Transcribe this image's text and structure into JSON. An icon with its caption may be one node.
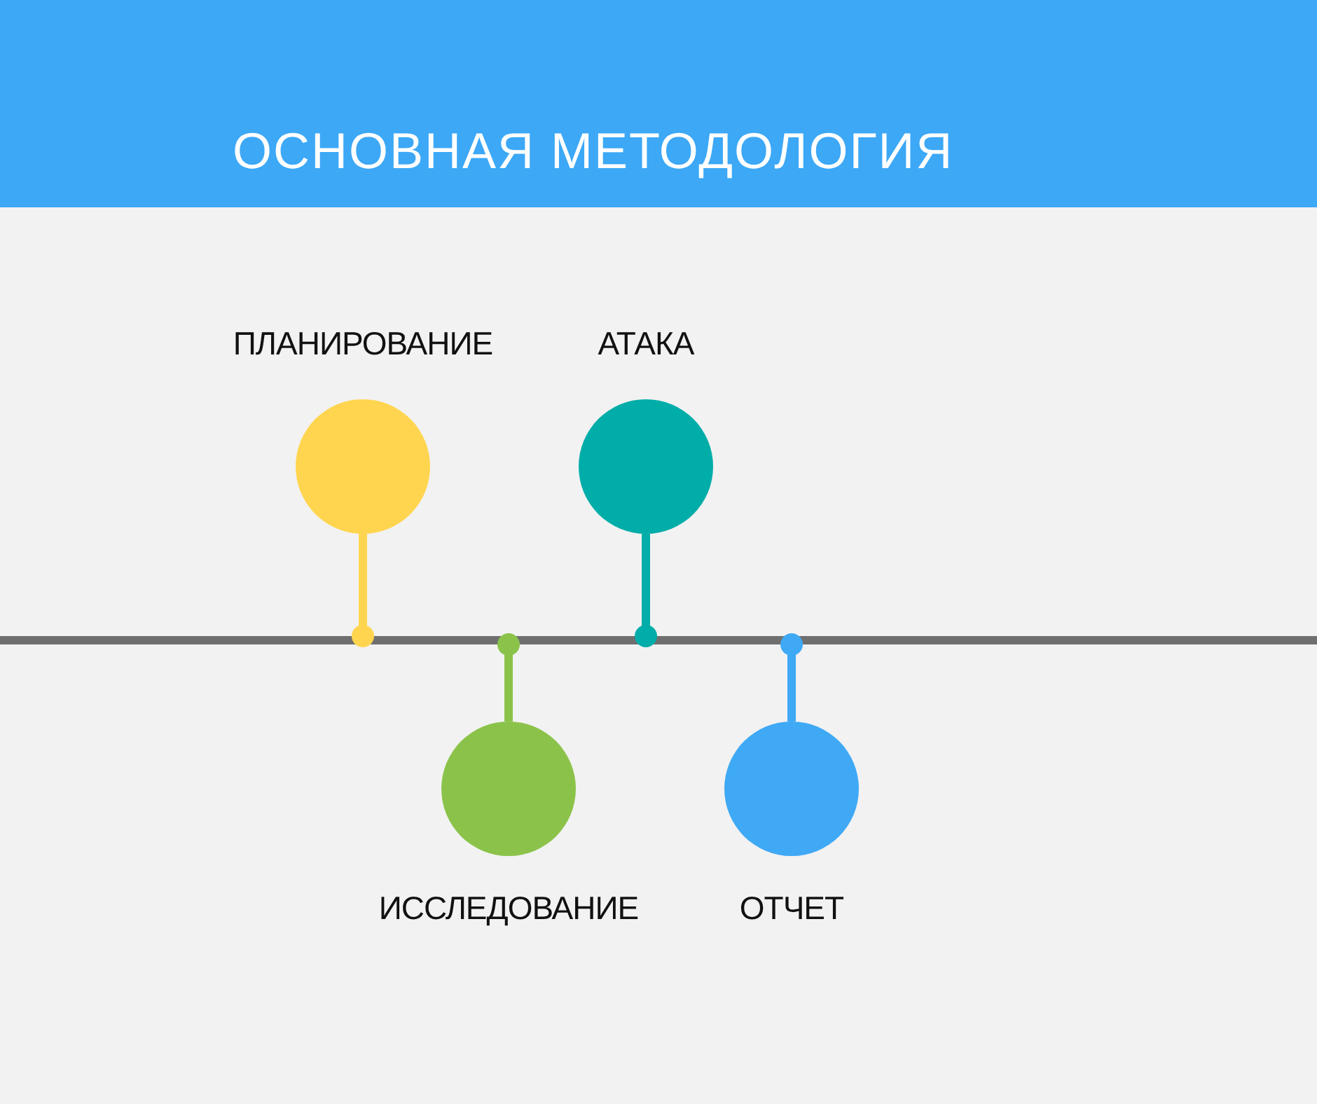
{
  "diagram": {
    "title": "ОСНОВНАЯ МЕТОДОЛОГИЯ",
    "nodes": [
      {
        "text": [],
        "shape": "bar"
      },
      {
        "text": [
          "ПЛАНИРОВАНИЕ"
        ]
      },
      {
        "text": [
          "ИССЛЕДОВАНИЕ"
        ]
      },
      {
        "text": [
          "АТАКА"
        ]
      },
      {
        "text": [
          "ОТЧЕТ"
        ]
      }
    ],
    "edges": [
      {
        "from": 1,
        "to": 0,
        "arrow": "other",
        "color": "#ffd54f"
      },
      {
        "from": 2,
        "to": 0,
        "arrow": "other",
        "color": "#8bc34a"
      },
      {
        "from": 3,
        "to": 0,
        "arrow": "other",
        "color": "#00ada9"
      },
      {
        "from": 4,
        "to": 0,
        "arrow": "other",
        "color": "#3fa9f5"
      }
    ]
  }
}
